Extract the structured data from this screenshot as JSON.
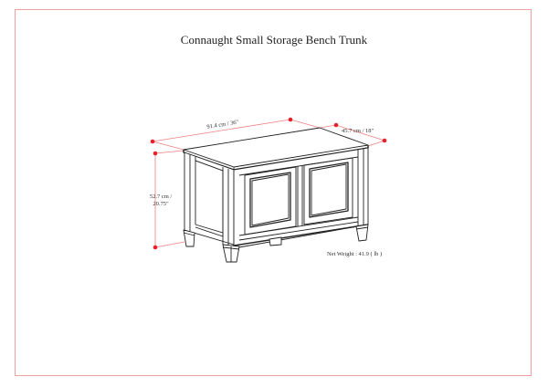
{
  "title": "Connaught Small Storage Bench Trunk",
  "dimensions": {
    "width": {
      "label": "91.4 cm / 36\""
    },
    "depth": {
      "label": "45.7 cm / 18\""
    },
    "height": {
      "line1": "52.7 cm /",
      "line2": "20.75\""
    }
  },
  "net_weight": "Net Weight : 41.9 ( lb )",
  "colors": {
    "frame": "#f0a0a0",
    "dimension_line": "#e87070",
    "dimension_dot": "#e8202a",
    "drawing": "#222222"
  }
}
